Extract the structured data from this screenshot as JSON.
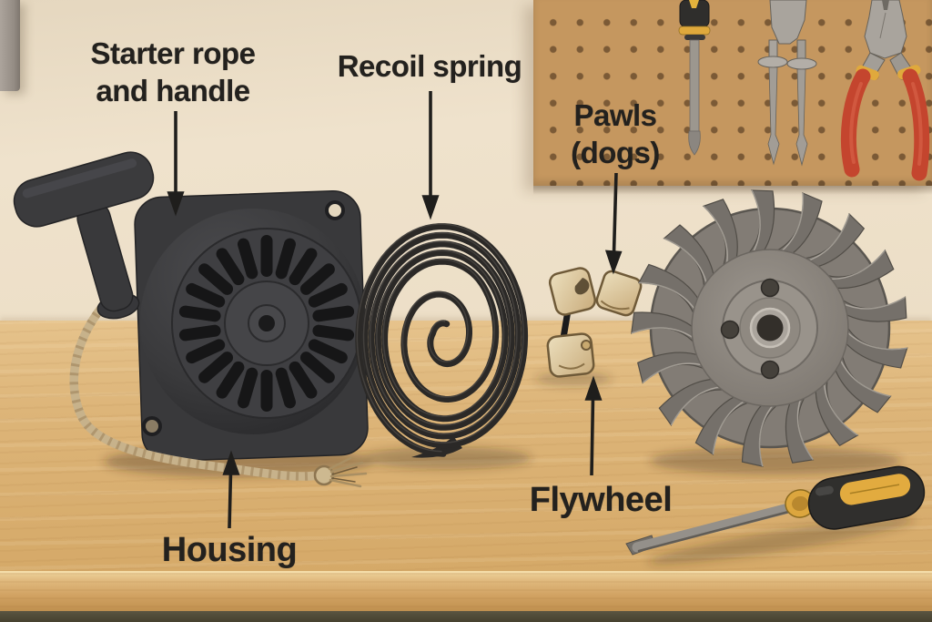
{
  "labels": {
    "starter_rope": {
      "line1": "Starter rope",
      "line2": "and handle"
    },
    "recoil_spring": "Recoil spring",
    "pawls": {
      "line1": "Pawls",
      "line2": "(dogs)"
    },
    "housing": "Housing",
    "flywheel": "Flywheel"
  },
  "colors": {
    "wall": "#ece0ca",
    "bench_wood": "#ddb579",
    "bench_edge_shadow": "#46412f",
    "pegboard": "#c5975f",
    "label_text": "#23211e",
    "housing_body": "#3d3d3f",
    "spring_coil": "#2b2927",
    "pawl_tan": "#e0cda4",
    "flywheel_gray": "#8a847c",
    "pliers_handle_red": "#c4452e",
    "tool_accent_yellow": "#e0a93c",
    "rope_tan": "#c7b28b"
  }
}
